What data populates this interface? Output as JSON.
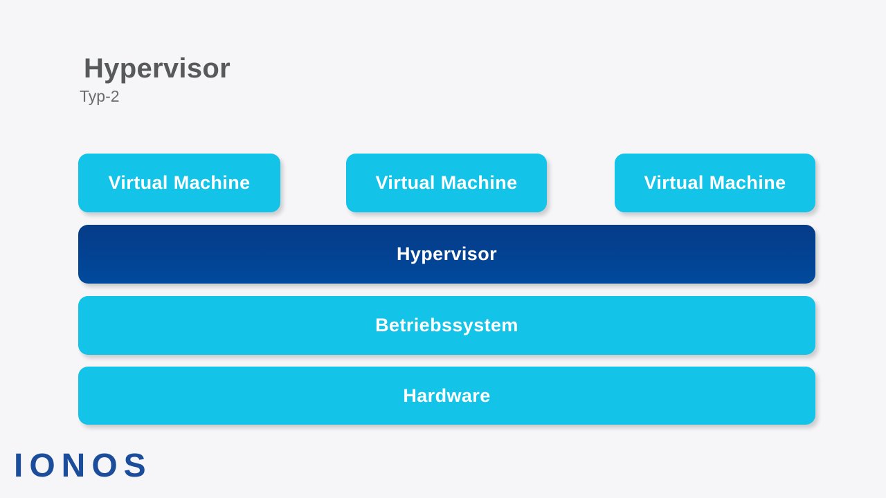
{
  "slide": {
    "background_color": "#f6f6f8",
    "title": "Hypervisor",
    "subtitle": "Typ-2"
  },
  "colors": {
    "cyan": "#14c3e8",
    "navy": "#034191",
    "title_gray": "#58595b",
    "subtitle_gray": "#6a6b6d",
    "logo_blue": "#1b4d9b"
  },
  "diagram": {
    "type": "layered-stack",
    "vm_row": [
      {
        "label": "Virtual Machine"
      },
      {
        "label": "Virtual Machine"
      },
      {
        "label": "Virtual Machine"
      }
    ],
    "layers": [
      {
        "label": "Hypervisor",
        "color": "#034191"
      },
      {
        "label": "Betriebssystem",
        "color": "#14c3e8"
      },
      {
        "label": "Hardware",
        "color": "#14c3e8"
      }
    ]
  },
  "footer": {
    "logo_text": "IONOS"
  }
}
